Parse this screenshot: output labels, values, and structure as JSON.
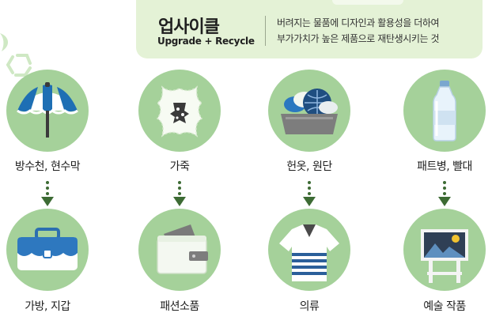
{
  "header": {
    "title_ko": "업사이클",
    "title_en": "Upgrade + Recycle",
    "description_line1": "버려지는 물품에 디자인과 활용성을 더하여",
    "description_line2": "부가가치가 높은 제품으로 재탄생시키는 것"
  },
  "colors": {
    "circle": "#a5d19a",
    "banner": "#e4f2d6",
    "arrow": "#3d6b34"
  },
  "pairs": [
    {
      "source_label": "방수천, 현수막",
      "source_icon": "umbrella-icon",
      "product_label": "가방, 지갑",
      "product_icon": "briefcase-icon"
    },
    {
      "source_label": "가죽",
      "source_icon": "leather-hide-icon",
      "product_label": "패션소품",
      "product_icon": "wallet-icon"
    },
    {
      "source_label": "헌옷, 원단",
      "source_icon": "fabric-basket-icon",
      "product_label": "의류",
      "product_icon": "striped-shirt-icon"
    },
    {
      "source_label": "패트병, 빨대",
      "source_icon": "plastic-bottle-icon",
      "product_label": "예술 작품",
      "product_icon": "easel-painting-icon"
    }
  ]
}
